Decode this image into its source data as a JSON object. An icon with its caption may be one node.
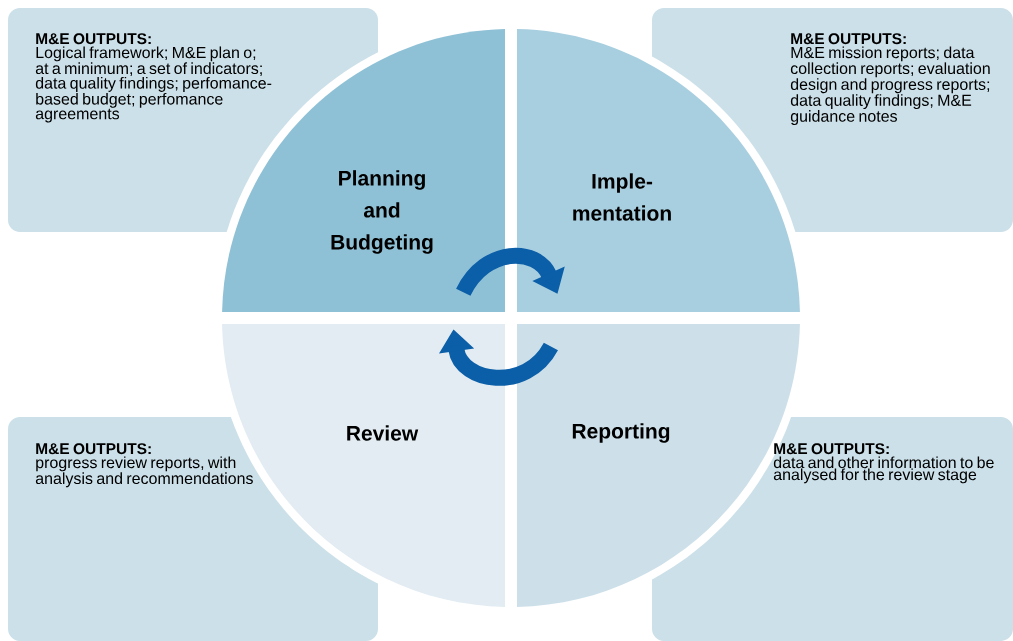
{
  "diagram": {
    "nodes": [
      {
        "text": [
          "M&E OUTPUTS:",
          "Logical framework; M&E plan o; at a minimum; a set of indicators; data quality findings; perfomance-based budget; perfomance agreements"
        ]
      },
      {
        "text": [
          "M&E OUTPUTS:",
          "M&E mission reports; data collection reports; evaluation design and progress reports; data quality findings; M&E guidance notes"
        ]
      },
      {
        "text": [
          "M&E OUTPUTS:",
          "progress review reports, with analysis and recommendations"
        ]
      },
      {
        "text": [
          "M&E OUTPUTS:",
          "data and other information to be analysed for the review stage"
        ]
      },
      {
        "text": [
          "Planning and Budgeting"
        ]
      },
      {
        "text": [
          "Imple- mentation"
        ]
      },
      {
        "text": [
          "Review"
        ]
      },
      {
        "text": [
          "Reporting"
        ]
      }
    ],
    "edges": [
      {
        "from": 4,
        "to": 5,
        "arrow": "to"
      },
      {
        "from": 7,
        "to": 6,
        "arrow": "to"
      }
    ]
  }
}
